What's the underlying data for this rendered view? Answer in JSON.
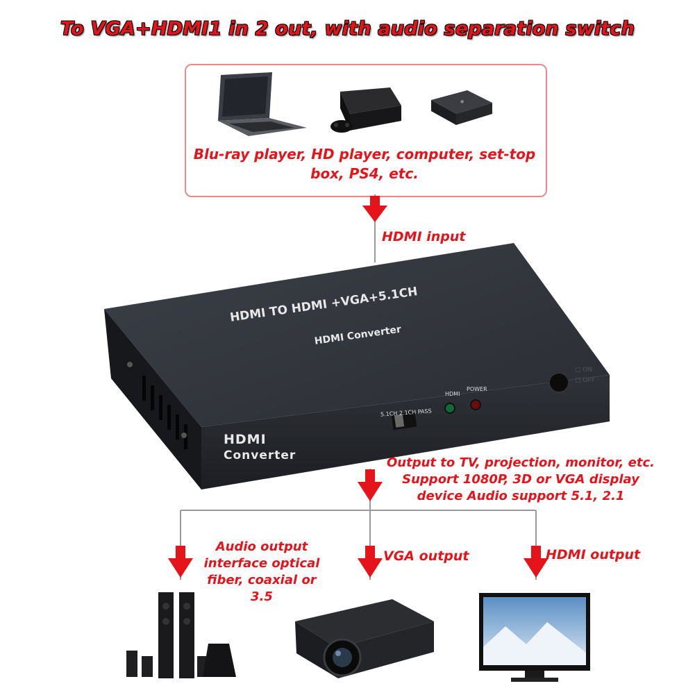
{
  "title": "To VGA+HDMI1 in 2 out, with audio separation switch",
  "source_caption_line1": "Blu-ray player, HD player, computer, set-top",
  "source_caption_line2": "box, PS4, etc.",
  "hdmi_input_label": "HDMI input",
  "device": {
    "top_line1": "HDMI TO HDMI +VGA+5.1CH",
    "top_line2": "HDMI Converter",
    "front_line1": "HDMI",
    "front_line2": "Converter",
    "switch_labels": [
      "5.1CH",
      "2.1CH",
      "PASS"
    ],
    "led_hdmi": "HDMI",
    "led_power": "POWER",
    "on_label": "ON",
    "off_label": "OFF"
  },
  "output_desc": [
    "Output to TV, projection, monitor, etc.",
    "Support 1080P, 3D or VGA display",
    "device Audio support 5.1, 2.1"
  ],
  "audio_output": [
    "Audio output",
    "interface optical",
    "fiber, coaxial or",
    "3.5"
  ],
  "vga_output_label": "VGA output",
  "hdmi_output_label": "HDMI output",
  "colors": {
    "accent_red": "#e5141b",
    "box_border": "#e78a8a",
    "device_body": "#2e3138"
  }
}
